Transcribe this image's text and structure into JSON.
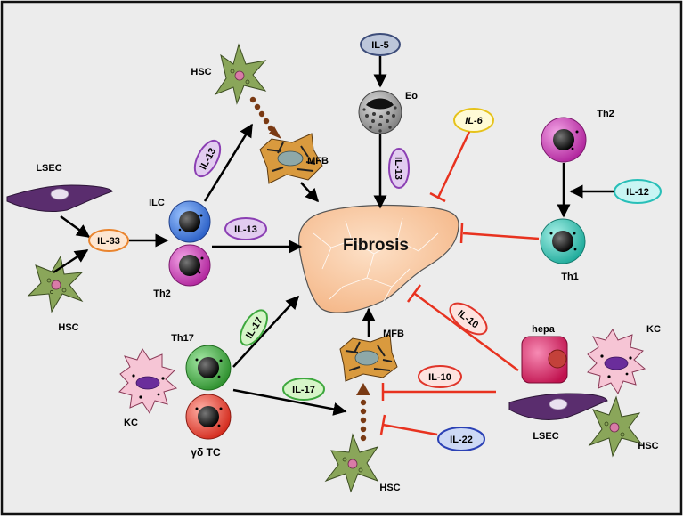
{
  "center": {
    "label": "Fibrosis"
  },
  "cells": {
    "lsec_left": "LSEC",
    "hsc_left": "HSC",
    "ilc": "ILC",
    "th2_left": "Th2",
    "hsc_top": "HSC",
    "mfb_top": "MFB",
    "eo": "Eo",
    "th2_right": "Th2",
    "th1": "Th1",
    "th17": "Th17",
    "kc_left": "KC",
    "gd_tc": "γδ TC",
    "mfb_bottom": "MFB",
    "hsc_bottom": "HSC",
    "hepa": "hepa",
    "kc_right": "KC",
    "lsec_right": "LSEC",
    "hsc_right": "HSC"
  },
  "cytokines": {
    "il33": "IL-33",
    "il13_diag": "IL-13",
    "il13_horiz": "IL-13",
    "il5": "IL-5",
    "il13_eo": "IL-13",
    "il6": "IL-6",
    "il12": "IL-12",
    "il17_up": "IL-17",
    "il17_down": "IL-17",
    "il10_diag": "IL-10",
    "il10_horiz": "IL-10",
    "il22": "IL-22"
  },
  "colors": {
    "background": "#ececec",
    "liver": "#f9caa4",
    "activation_arrow": "#000000",
    "inhibition_line": "#e8321f",
    "hsc_body": "#8aa65a",
    "mfb_body": "#d99a3e",
    "lsec_body": "#5a2d6e",
    "ilc_cell": "#3a74d8",
    "th2_cell": "#c934b4",
    "th1_cell": "#2fc5b5",
    "th17_cell": "#3caa3c",
    "gd_tc_cell": "#e8382a",
    "kc_body": "#f6c5d5",
    "hepa_body": "#d0185a",
    "eo_body": "#8c8c8c",
    "dotted_transition": "#7a3a14"
  },
  "icons": [
    "hsc-stellate-cell-icon",
    "myofibroblast-icon",
    "lsec-endothelial-cell-icon",
    "kupffer-cell-icon",
    "hepatocyte-icon",
    "eosinophil-icon",
    "lymphocyte-icon",
    "liver-icon"
  ]
}
